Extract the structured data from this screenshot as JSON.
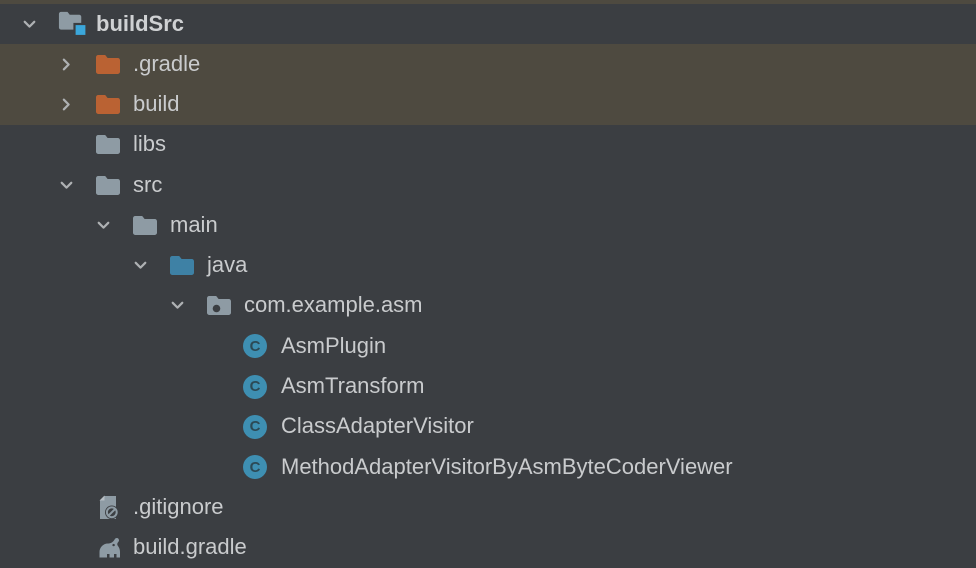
{
  "theme": {
    "panel_bg": "#3B3E42",
    "row_highlight": "#4E4A40",
    "text_color": "#C9CBCD",
    "chevron_color": "#AEB1B3",
    "folder_gray": "#8E9BA4",
    "folder_excluded_orange": "#BA6233",
    "folder_source_blue": "#3E81A5",
    "module_square_blue": "#3BA7DB",
    "class_circle_teal": "#3E8FB2",
    "class_letter_color": "#2C4A56",
    "file_gray": "#8E9BA4",
    "file_fold_light": "#B7BEC3"
  },
  "icons": {
    "class_glyph": "C"
  },
  "tree": {
    "rows": [
      {
        "label": "buildSrc",
        "level": 0,
        "icon": "module-folder",
        "chevron": "expanded",
        "bold": true,
        "highlight": false
      },
      {
        "label": ".gradle",
        "level": 1,
        "icon": "excluded-folder",
        "chevron": "collapsed",
        "bold": false,
        "highlight": true
      },
      {
        "label": "build",
        "level": 1,
        "icon": "excluded-folder",
        "chevron": "collapsed",
        "bold": false,
        "highlight": true
      },
      {
        "label": "libs",
        "level": 1,
        "icon": "folder",
        "chevron": "none",
        "bold": false,
        "highlight": false
      },
      {
        "label": "src",
        "level": 1,
        "icon": "folder",
        "chevron": "expanded",
        "bold": false,
        "highlight": false
      },
      {
        "label": "main",
        "level": 2,
        "icon": "folder",
        "chevron": "expanded",
        "bold": false,
        "highlight": false
      },
      {
        "label": "java",
        "level": 3,
        "icon": "source-folder",
        "chevron": "expanded",
        "bold": false,
        "highlight": false
      },
      {
        "label": "com.example.asm",
        "level": 4,
        "icon": "package",
        "chevron": "expanded",
        "bold": false,
        "highlight": false
      },
      {
        "label": "AsmPlugin",
        "level": 5,
        "icon": "class",
        "chevron": "none",
        "bold": false,
        "highlight": false
      },
      {
        "label": "AsmTransform",
        "level": 5,
        "icon": "class",
        "chevron": "none",
        "bold": false,
        "highlight": false
      },
      {
        "label": "ClassAdapterVisitor",
        "level": 5,
        "icon": "class",
        "chevron": "none",
        "bold": false,
        "highlight": false
      },
      {
        "label": "MethodAdapterVisitorByAsmByteCoderViewer",
        "level": 5,
        "icon": "class",
        "chevron": "none",
        "bold": false,
        "highlight": false
      },
      {
        "label": ".gitignore",
        "level": 1,
        "icon": "gitignore-file",
        "chevron": "none",
        "bold": false,
        "highlight": false
      },
      {
        "label": "build.gradle",
        "level": 1,
        "icon": "gradle-file",
        "chevron": "none",
        "bold": false,
        "highlight": false
      }
    ]
  }
}
